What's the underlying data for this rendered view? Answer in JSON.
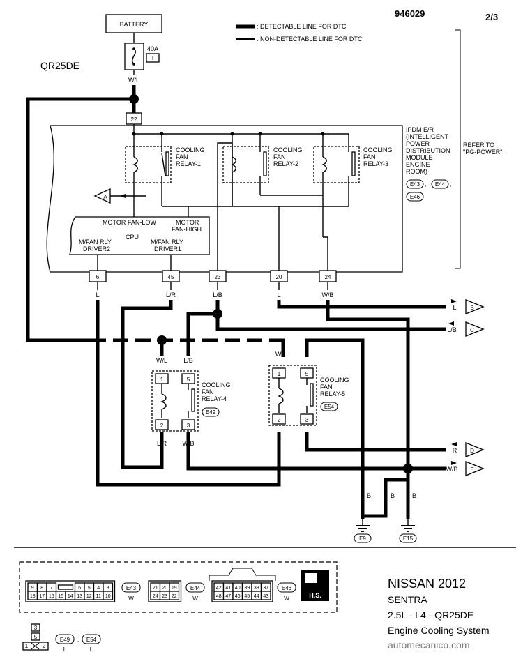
{
  "header": {
    "doc_id": "946029",
    "page": "2/3",
    "engine": "QR25DE",
    "legend_thick": ": DETECTABLE LINE FOR DTC",
    "legend_thin": ": NON-DETECTABLE LINE FOR DTC"
  },
  "battery": {
    "label": "BATTERY",
    "fuse_amp": "40A",
    "fuse_id": "I",
    "wire": "W/L",
    "pin": "22"
  },
  "ipdm": {
    "title_lines": [
      "IPDM E/R",
      "(INTELLIGENT",
      "POWER",
      "DISTRIBUTION",
      "MODULE",
      "ENGINE",
      "ROOM)"
    ],
    "connectors": [
      "E43",
      "E44",
      "E46"
    ],
    "refer_lines": [
      "REFER TO",
      "\"PG-POWER\"."
    ],
    "relay1": [
      "COOLING",
      "FAN",
      "RELAY-1"
    ],
    "relay2": [
      "COOLING",
      "FAN",
      "RELAY-2"
    ],
    "relay3": [
      "COOLING",
      "FAN",
      "RELAY-3"
    ],
    "motor_fan_low": "MOTOR FAN-LOW",
    "motor_fan_high": [
      "MOTOR",
      "FAN-HIGH"
    ],
    "cpu": "CPU",
    "driver2": [
      "M/FAN RLY",
      "DRIVER2"
    ],
    "driver1": [
      "M/FAN RLY",
      "DRIVER1"
    ],
    "off_page_a": "A"
  },
  "pins": [
    {
      "num": "6",
      "wire": "L"
    },
    {
      "num": "45",
      "wire": "L/R"
    },
    {
      "num": "23",
      "wire": "L/B"
    },
    {
      "num": "20",
      "wire": "L"
    },
    {
      "num": "24",
      "wire": "W/B"
    }
  ],
  "relay4": {
    "label": [
      "COOLING",
      "FAN",
      "RELAY-4"
    ],
    "connector": "E49",
    "pin1": "1",
    "pin2": "2",
    "pin3": "3",
    "pin5": "5",
    "w1": "W/L",
    "w5": "L/B",
    "w2": "L/R",
    "w3": "W/B"
  },
  "relay5": {
    "label": [
      "COOLING",
      "FAN",
      "RELAY-5"
    ],
    "connector": "E54",
    "pin1": "1",
    "pin2": "2",
    "pin3": "3",
    "pin5": "5",
    "w1": "W/L",
    "w5": "B",
    "w2": "L",
    "w3": "R"
  },
  "off_page": [
    {
      "letter": "B",
      "wire": "L"
    },
    {
      "letter": "C",
      "wire": "L/B"
    },
    {
      "letter": "D",
      "wire": "R"
    },
    {
      "letter": "E",
      "wire": "W/B"
    }
  ],
  "grounds": [
    {
      "id": "E9",
      "wire": "B"
    },
    {
      "id": "E15",
      "wires": [
        "B",
        "B"
      ]
    }
  ],
  "connector_views": {
    "e43": {
      "id": "E43",
      "color": "W",
      "row1": [
        "9",
        "8",
        "7",
        "6",
        "5",
        "4",
        "3"
      ],
      "row2": [
        "18",
        "17",
        "16",
        "15",
        "14",
        "13",
        "12",
        "11",
        "10"
      ]
    },
    "e44": {
      "id": "E44",
      "color": "W",
      "row1": [
        "21",
        "20",
        "19"
      ],
      "row2": [
        "24",
        "23",
        "22"
      ]
    },
    "e46": {
      "id": "E46",
      "color": "W",
      "row1": [
        "42",
        "41",
        "40",
        "39",
        "38",
        "37"
      ],
      "row2": [
        "48",
        "47",
        "46",
        "45",
        "44",
        "43"
      ]
    },
    "hs_label": "H.S.",
    "relay_conn": {
      "ids": [
        "E49",
        "E54"
      ],
      "colors": [
        "L",
        "L"
      ],
      "pins": [
        "3",
        "5",
        "1",
        "2"
      ]
    }
  },
  "footer": {
    "brand": "NISSAN 2012",
    "model": "SENTRA",
    "engine": "2.5L - L4 - QR25DE",
    "system": "Engine Cooling System",
    "site": "automecanico.com"
  }
}
